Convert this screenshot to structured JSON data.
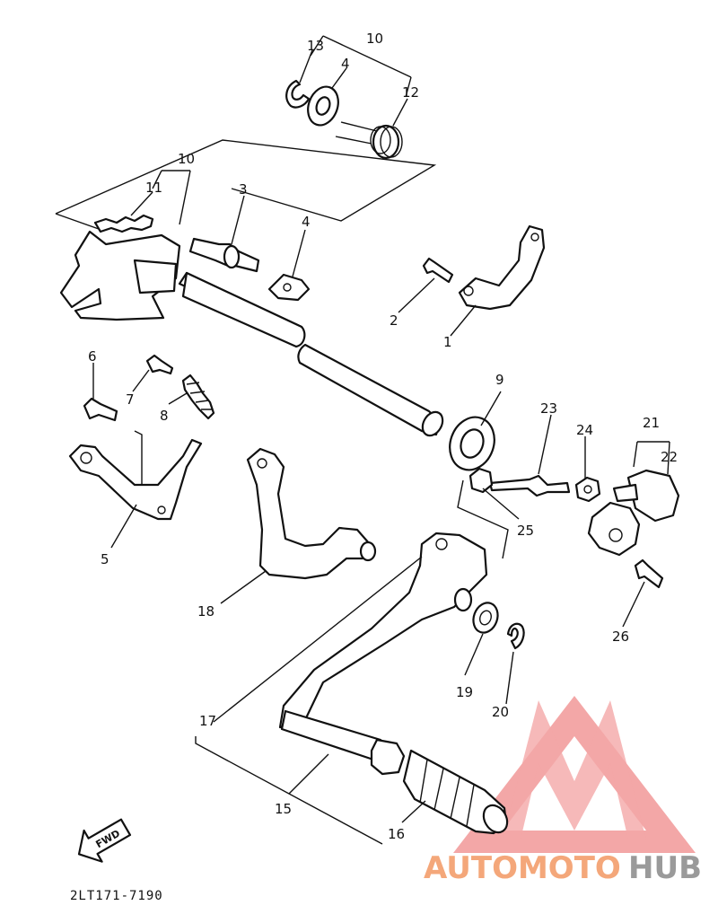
{
  "diagram": {
    "drawing_code": "2LT171-7190",
    "direction_label": "FWD",
    "callouts": [
      {
        "id": "c1",
        "text": "1"
      },
      {
        "id": "c2",
        "text": "2"
      },
      {
        "id": "c3",
        "text": "3"
      },
      {
        "id": "c4a",
        "text": "4"
      },
      {
        "id": "c4b",
        "text": "4"
      },
      {
        "id": "c5",
        "text": "5"
      },
      {
        "id": "c6",
        "text": "6"
      },
      {
        "id": "c7",
        "text": "7"
      },
      {
        "id": "c8",
        "text": "8"
      },
      {
        "id": "c9",
        "text": "9"
      },
      {
        "id": "c10a",
        "text": "10"
      },
      {
        "id": "c10b",
        "text": "10"
      },
      {
        "id": "c11",
        "text": "11"
      },
      {
        "id": "c12",
        "text": "12"
      },
      {
        "id": "c13",
        "text": "13"
      },
      {
        "id": "c15",
        "text": "15"
      },
      {
        "id": "c16",
        "text": "16"
      },
      {
        "id": "c17",
        "text": "17"
      },
      {
        "id": "c18",
        "text": "18"
      },
      {
        "id": "c19",
        "text": "19"
      },
      {
        "id": "c20",
        "text": "20"
      },
      {
        "id": "c21",
        "text": "21"
      },
      {
        "id": "c22",
        "text": "22"
      },
      {
        "id": "c23",
        "text": "23"
      },
      {
        "id": "c24",
        "text": "24"
      },
      {
        "id": "c25",
        "text": "25"
      },
      {
        "id": "c26",
        "text": "26"
      }
    ]
  },
  "watermark": {
    "brand_part1": "AUTOMOTO",
    "brand_part2": "HUB",
    "color_part1": "#f4a77a",
    "color_part2": "#9a9a9a",
    "logo_color": "#f08a8a"
  }
}
